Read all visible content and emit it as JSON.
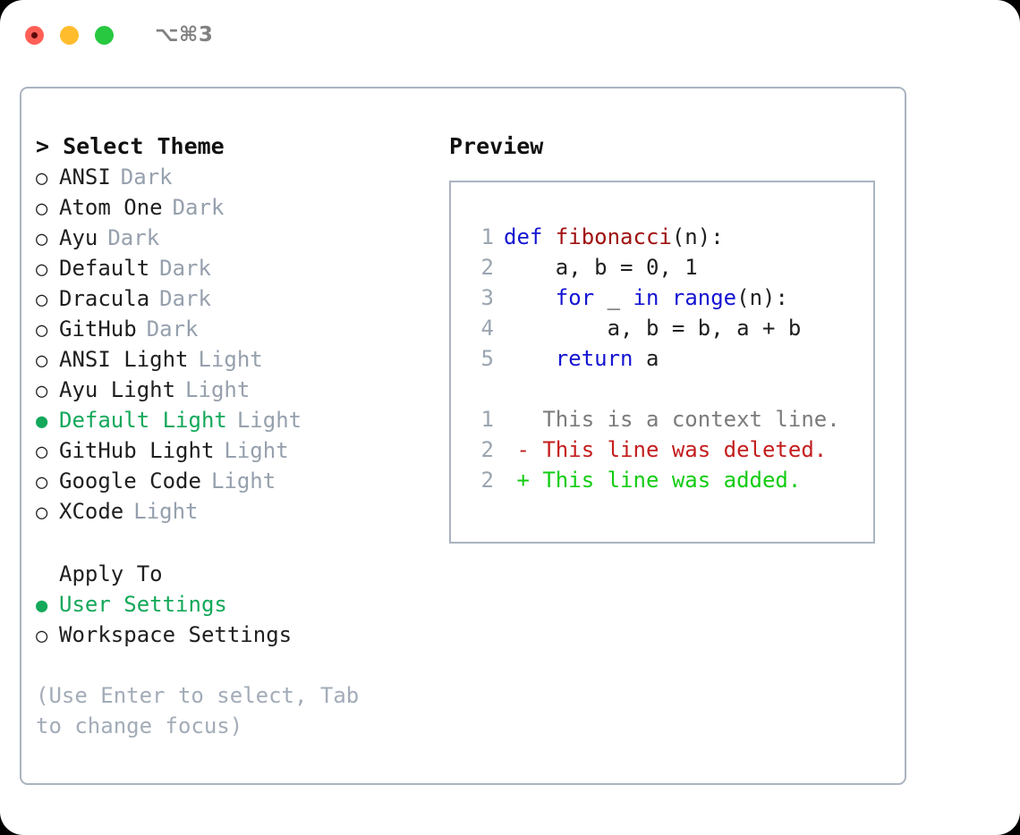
{
  "titlebar": {
    "shortcut": "⌥⌘3",
    "dots": [
      {
        "name": "close",
        "color": "#ff5f57"
      },
      {
        "name": "minimize",
        "color": "#ffbd2e"
      },
      {
        "name": "maximize",
        "color": "#28c840"
      }
    ]
  },
  "theme_picker": {
    "title": "> Select Theme",
    "items": [
      {
        "marker": "○",
        "label": "ANSI",
        "tag": "Dark",
        "selected": false
      },
      {
        "marker": "○",
        "label": "Atom One",
        "tag": "Dark",
        "selected": false
      },
      {
        "marker": "○",
        "label": "Ayu",
        "tag": "Dark",
        "selected": false
      },
      {
        "marker": "○",
        "label": "Default",
        "tag": "Dark",
        "selected": false
      },
      {
        "marker": "○",
        "label": "Dracula",
        "tag": "Dark",
        "selected": false
      },
      {
        "marker": "○",
        "label": "GitHub",
        "tag": "Dark",
        "selected": false
      },
      {
        "marker": "○",
        "label": "ANSI Light",
        "tag": "Light",
        "selected": false
      },
      {
        "marker": "○",
        "label": "Ayu Light",
        "tag": "Light",
        "selected": false
      },
      {
        "marker": "●",
        "label": "Default Light",
        "tag": "Light",
        "selected": true
      },
      {
        "marker": "○",
        "label": "GitHub Light",
        "tag": "Light",
        "selected": false
      },
      {
        "marker": "○",
        "label": "Google Code",
        "tag": "Light",
        "selected": false
      },
      {
        "marker": "○",
        "label": "XCode",
        "tag": "Light",
        "selected": false
      }
    ]
  },
  "apply_to": {
    "title": "Apply To",
    "items": [
      {
        "marker": "●",
        "label": "User Settings",
        "selected": true
      },
      {
        "marker": "○",
        "label": "Workspace Settings",
        "selected": false
      }
    ]
  },
  "hint": "(Use Enter to select, Tab to change focus)",
  "preview": {
    "title": "Preview",
    "code_lines": [
      {
        "no": "1",
        "tokens": [
          {
            "t": "def ",
            "c": "kw"
          },
          {
            "t": "fibonacci",
            "c": "fn"
          },
          {
            "t": "(n):",
            "c": "plain"
          }
        ]
      },
      {
        "no": "2",
        "tokens": [
          {
            "t": "    a, b = 0, 1",
            "c": "plain"
          }
        ]
      },
      {
        "no": "3",
        "tokens": [
          {
            "t": "    ",
            "c": "plain"
          },
          {
            "t": "for",
            "c": "kw"
          },
          {
            "t": " _ ",
            "c": "plain"
          },
          {
            "t": "in",
            "c": "kw"
          },
          {
            "t": " ",
            "c": "plain"
          },
          {
            "t": "range",
            "c": "kw"
          },
          {
            "t": "(n):",
            "c": "plain"
          }
        ]
      },
      {
        "no": "4",
        "tokens": [
          {
            "t": "        a, b = b, a + b",
            "c": "plain"
          }
        ]
      },
      {
        "no": "5",
        "tokens": [
          {
            "t": "    ",
            "c": "plain"
          },
          {
            "t": "return",
            "c": "kw"
          },
          {
            "t": " a",
            "c": "plain"
          }
        ]
      }
    ],
    "diff_lines": [
      {
        "no": "1",
        "tokens": [
          {
            "t": "   This is a context line.",
            "c": "ctx"
          }
        ]
      },
      {
        "no": "2",
        "tokens": [
          {
            "t": " - This line was deleted.",
            "c": "del"
          }
        ]
      },
      {
        "no": "2",
        "tokens": [
          {
            "t": " + This line was added.",
            "c": "add"
          }
        ]
      }
    ]
  },
  "colors": {
    "accent_green": "#14a85a",
    "border": "#aab4c0",
    "muted": "#96a0ad",
    "keyword_blue": "#1414d2",
    "function_red": "#a01010",
    "diff_deleted": "#c41e1e",
    "diff_added": "#13cc13",
    "lineno": "#9aa5b1"
  }
}
